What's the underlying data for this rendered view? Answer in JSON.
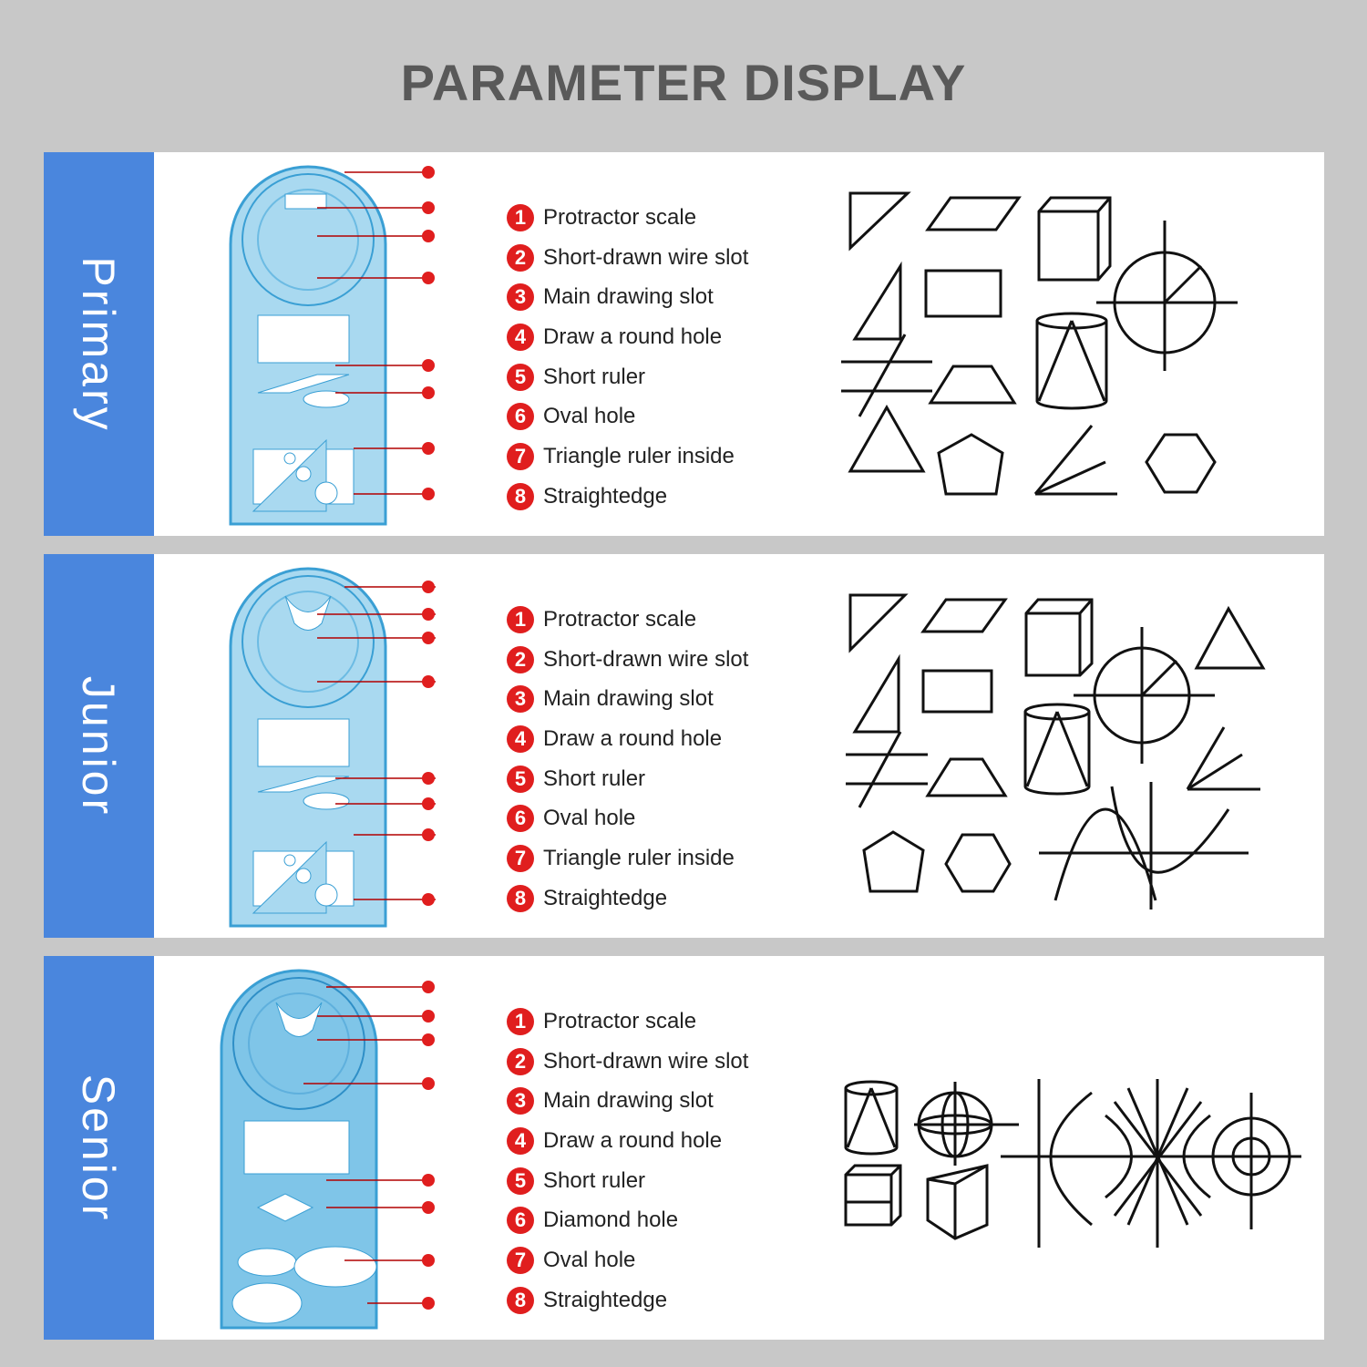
{
  "title": "PARAMETER DISPLAY",
  "colors": {
    "accent": "#4a86dd",
    "badge": "#e01e1e",
    "ruler": "#5ab4de"
  },
  "sections": [
    {
      "level": "Primary",
      "parts": [
        {
          "num": "1",
          "label": "Protractor scale"
        },
        {
          "num": "2",
          "label": "Short-drawn wire slot"
        },
        {
          "num": "3",
          "label": "Main drawing slot"
        },
        {
          "num": "4",
          "label": "Draw a round hole"
        },
        {
          "num": "5",
          "label": "Short ruler"
        },
        {
          "num": "6",
          "label": "Oval hole"
        },
        {
          "num": "7",
          "label": "Triangle ruler inside"
        },
        {
          "num": "8",
          "label": "Straightedge"
        }
      ]
    },
    {
      "level": "Junior",
      "parts": [
        {
          "num": "1",
          "label": "Protractor scale"
        },
        {
          "num": "2",
          "label": "Short-drawn wire slot"
        },
        {
          "num": "3",
          "label": "Main drawing slot"
        },
        {
          "num": "4",
          "label": "Draw a round hole"
        },
        {
          "num": "5",
          "label": "Short ruler"
        },
        {
          "num": "6",
          "label": "Oval hole"
        },
        {
          "num": "7",
          "label": "Triangle ruler inside"
        },
        {
          "num": "8",
          "label": "Straightedge"
        }
      ]
    },
    {
      "level": "Senior",
      "parts": [
        {
          "num": "1",
          "label": "Protractor scale"
        },
        {
          "num": "2",
          "label": "Short-drawn wire slot"
        },
        {
          "num": "3",
          "label": "Main drawing slot"
        },
        {
          "num": "4",
          "label": "Draw a round hole"
        },
        {
          "num": "5",
          "label": "Short ruler"
        },
        {
          "num": "6",
          "label": "Diamond hole"
        },
        {
          "num": "7",
          "label": "Oval hole"
        },
        {
          "num": "8",
          "label": "Straightedge"
        }
      ]
    }
  ]
}
